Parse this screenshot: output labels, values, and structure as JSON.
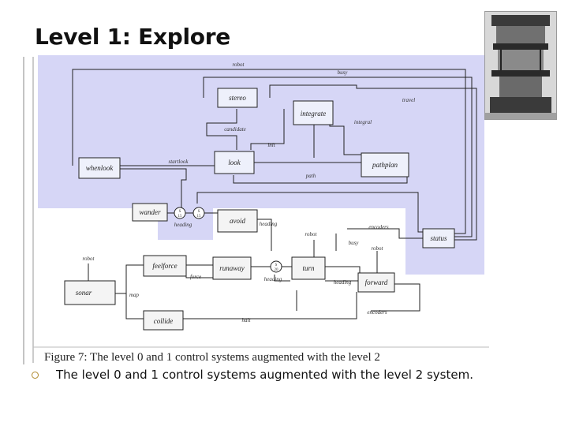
{
  "slide": {
    "title": "Level 1: Explore",
    "caption": "The level 0 and 1 control systems augmented with the level 2 system."
  },
  "diagram": {
    "boxes": {
      "stereo": "stereo",
      "integrate": "integrate",
      "whenlook": "whenlook",
      "look": "look",
      "pathplan": "pathplan",
      "wander": "wander",
      "avoid": "avoid",
      "status": "status",
      "feelforce": "feelforce",
      "runaway": "runaway",
      "turn": "turn",
      "forward": "forward",
      "sonar": "sonar",
      "collide": "collide"
    },
    "labels": {
      "robot_top": "robot",
      "busy_top": "busy",
      "travel": "travel",
      "candidate": "candidate",
      "integral": "integral",
      "init": "init",
      "startlook": "startlook",
      "path": "path",
      "heading_wander": "heading",
      "heading_avoid": "heading",
      "encoders_top": "encoders",
      "robot_mid": "robot",
      "busy_mid": "busy",
      "robot_right": "robot",
      "robot_sonar": "robot",
      "force": "force",
      "heading_runaway": "heading",
      "heading_turn": "heading",
      "map": "map",
      "halt": "halt",
      "encoders_bottom": "encoders",
      "s_wander": "S",
      "s_wander_num": "15",
      "s_avoid": "S",
      "s_avoid_num": "15",
      "s_runaway": "S",
      "s_runaway_num": "20"
    },
    "figure_caption": "Figure 7: The level 0 and 1 control systems augmented with the level 2",
    "highlight_color": "#d6d6f6"
  }
}
